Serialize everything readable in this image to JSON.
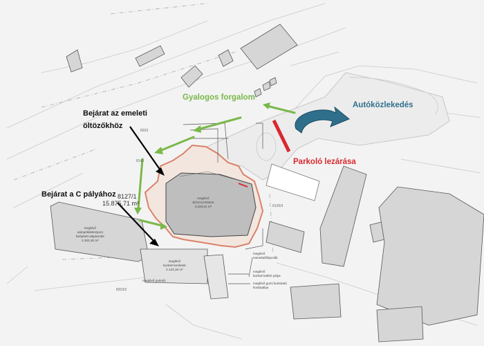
{
  "annotations": {
    "pedestrian": "Gyalogos forgalom",
    "vehicles": "Autóközlekedés",
    "parking_closure": "Parkoló lezárása",
    "entrance_upper": [
      "Bejárat az emeleti",
      "öltözőkhöz"
    ],
    "entrance_c": "Bejárat a C pályához"
  },
  "parcel_labels": {
    "p8127": "8127/1",
    "area": "15.875,71 m²",
    "p8203": "8203",
    "p8143": "8143",
    "p8126": "8126/3",
    "p8203_2": "8203/2"
  },
  "buildings": {
    "hall": [
      "meglévő",
      "JÉGCSARNOK",
      "4.333,81 m²"
    ],
    "left_block": [
      "meglévő",
      "utánpótlásközpont",
      "beépített alapterület",
      "2.293,30 m²"
    ],
    "south_block": [
      "meglévő",
      "burkolt területek",
      "2.123,19 m²"
    ],
    "parking": "meglévő parkoló",
    "bottom_notes": [
      "meglévő",
      "menekülőlépcsők",
      "meglévő",
      "burkolt kültéri pálya",
      "meglévő gumi burkolatú",
      "kosárpálya"
    ]
  },
  "colors": {
    "pedestrian": "#7ab84a",
    "vehicles": "#2f6f8c",
    "closure": "#d9282f",
    "hall_outline": "#d9826a"
  }
}
